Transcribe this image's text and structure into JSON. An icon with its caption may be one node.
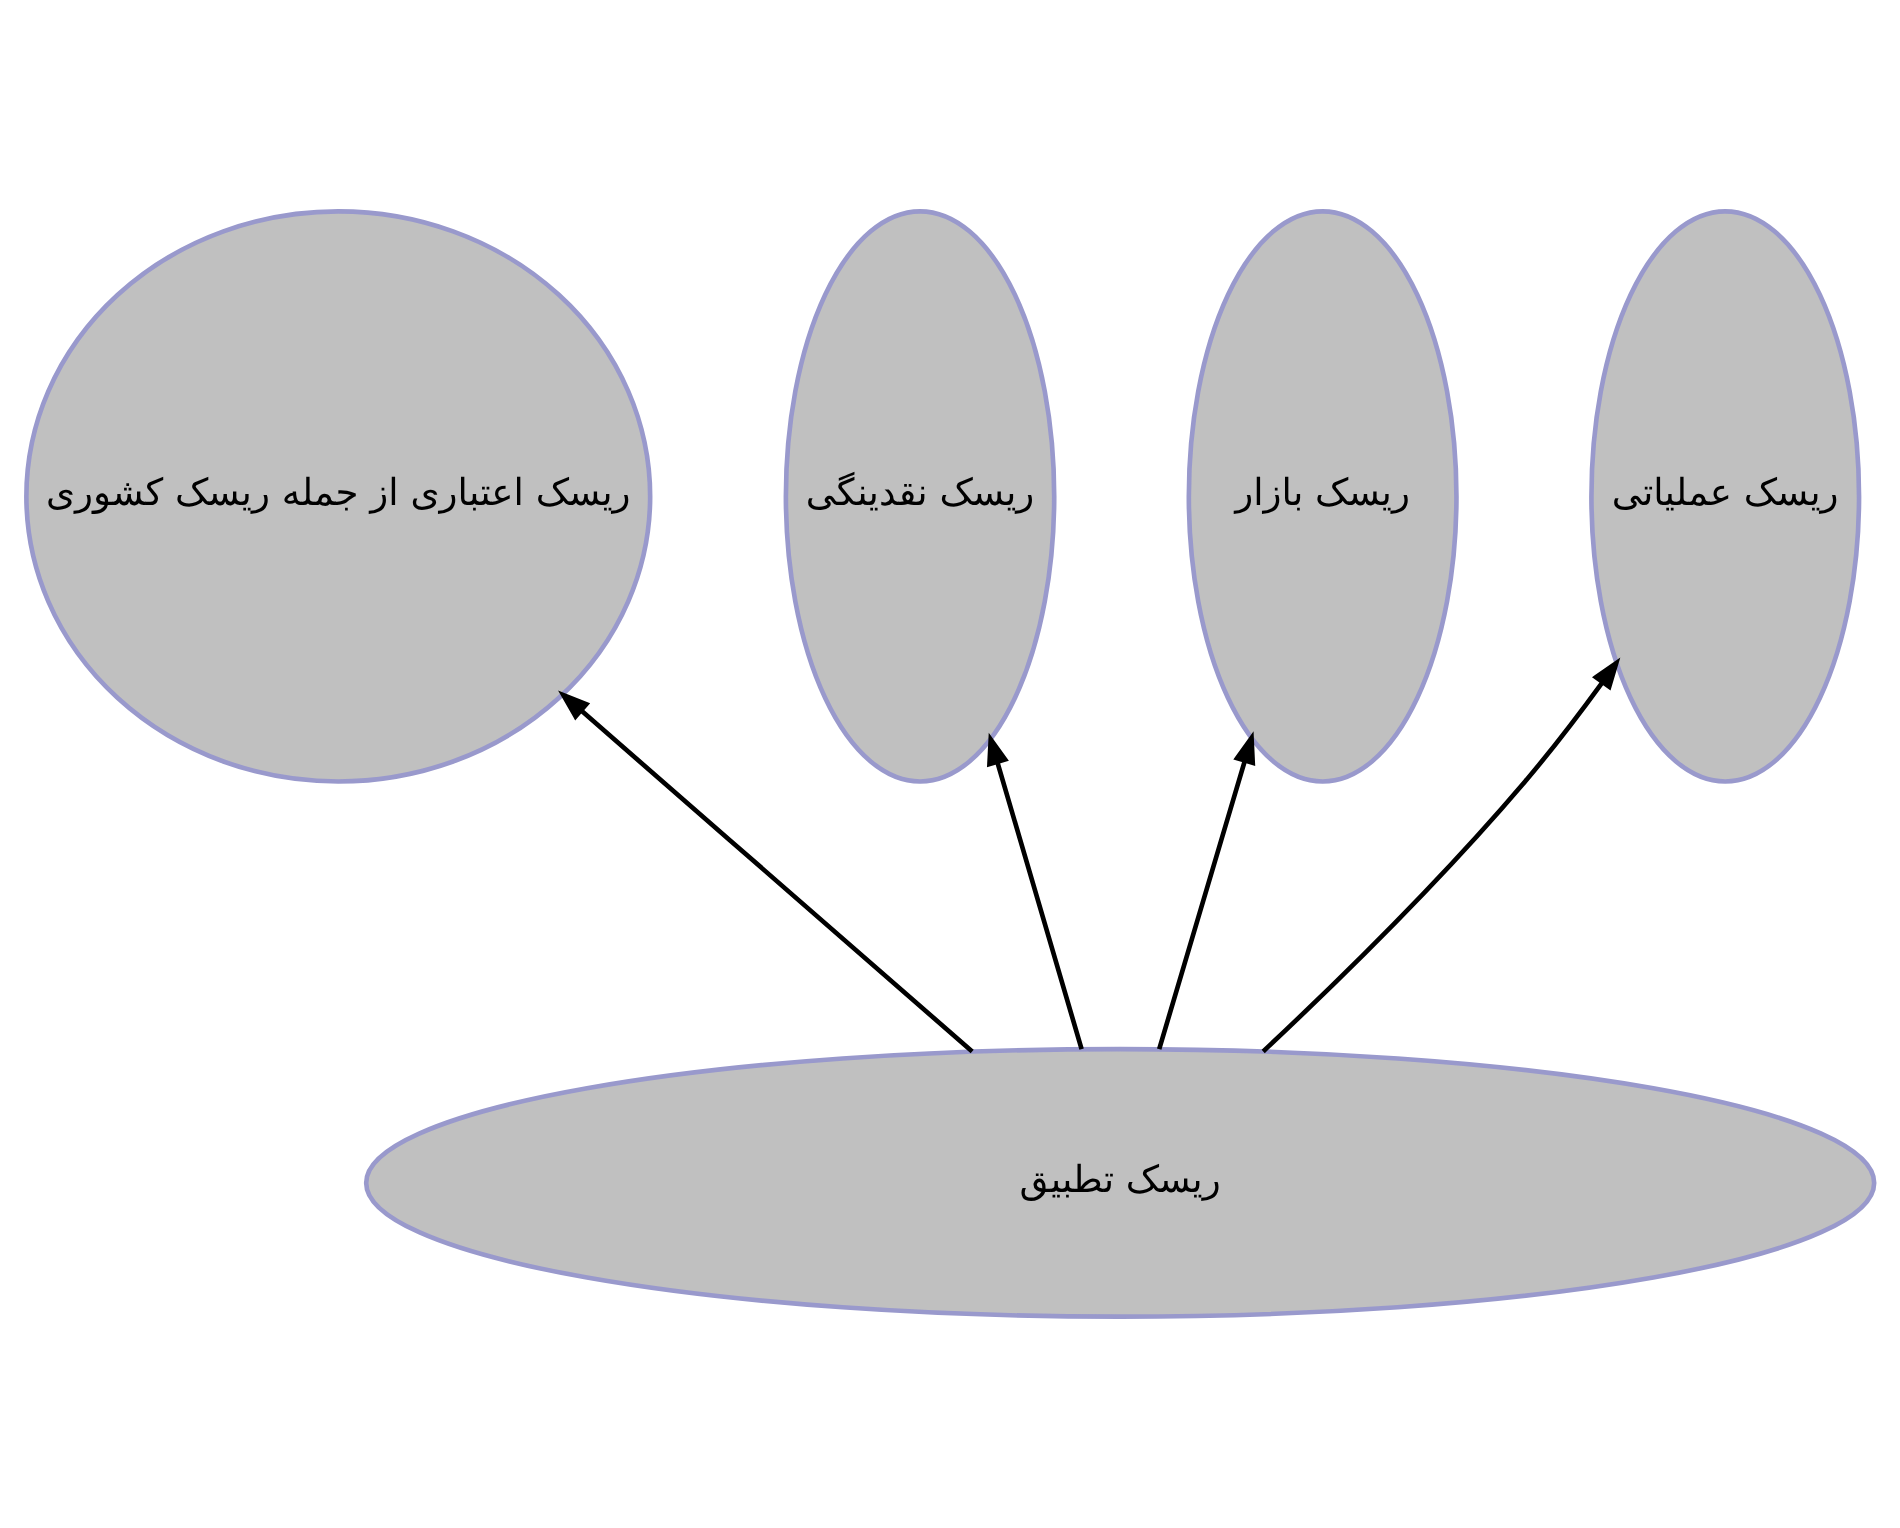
{
  "diagram": {
    "nodes": [
      {
        "text": [
          "ریسک اعتباری از جمله ریسک کشوری"
        ]
      },
      {
        "text": [
          "ریسک نقدینگی"
        ]
      },
      {
        "text": [
          "ریسک بازار"
        ]
      },
      {
        "text": [
          "ریسک عملیاتی"
        ]
      },
      {
        "text": [
          "ریسک تطبیق"
        ]
      }
    ],
    "edges": [
      {
        "from": 4,
        "to": 0,
        "arrow": "to"
      },
      {
        "from": 4,
        "to": 1,
        "arrow": "to"
      },
      {
        "from": 4,
        "to": 2,
        "arrow": "to"
      },
      {
        "from": 4,
        "to": 3,
        "arrow": "to"
      }
    ]
  }
}
